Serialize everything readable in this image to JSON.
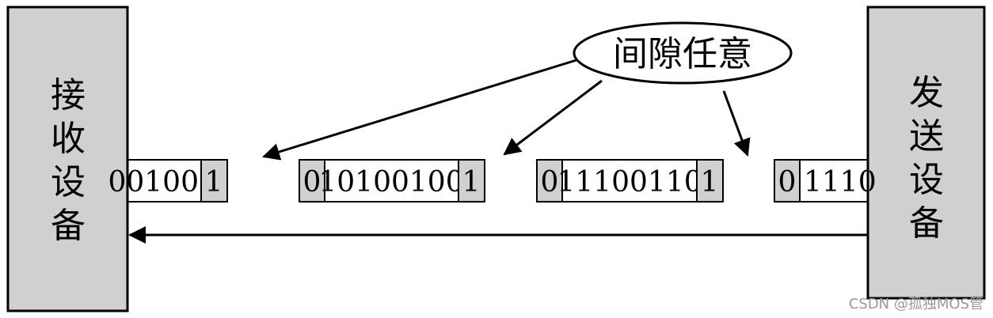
{
  "receiver": {
    "label_chars": [
      "接",
      "收",
      "设",
      "备"
    ]
  },
  "sender": {
    "label_chars": [
      "发",
      "送",
      "设",
      "备"
    ]
  },
  "frames": [
    {
      "start_bit": "",
      "data": "00100",
      "stop_bit": "1"
    },
    {
      "start_bit": "0",
      "data": "10100100",
      "stop_bit": "1"
    },
    {
      "start_bit": "0",
      "data": "11100110",
      "stop_bit": "1"
    },
    {
      "start_bit": "0",
      "data": "1110",
      "stop_bit": ""
    }
  ],
  "callout": {
    "text": "间隙任意"
  },
  "watermark": {
    "text": "CSDN @孤独MOS管"
  },
  "colors": {
    "device_fill": "#d0d0d0",
    "bit_fill": "#d0d0d0",
    "line": "#000000",
    "background": "#ffffff"
  }
}
